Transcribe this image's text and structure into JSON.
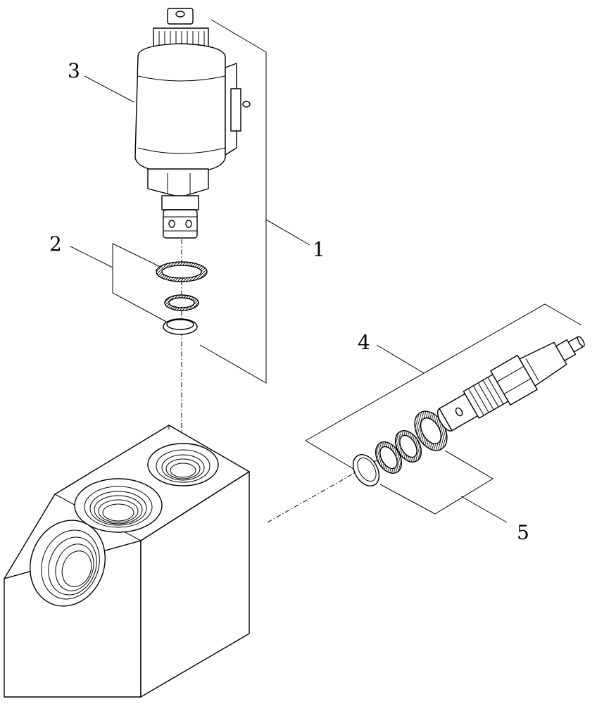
{
  "callouts": {
    "c1": "1",
    "c2": "2",
    "c3": "3",
    "c4": "4",
    "c5": "5"
  },
  "parts": {
    "solenoid_valve": "solenoid-cartridge-valve",
    "seal_kit_upper": "o-ring-seal-set",
    "manifold": "valve-manifold-block",
    "relief_valve": "pressure-relief-cartridge",
    "seal_kit_side": "side-seal-set"
  }
}
